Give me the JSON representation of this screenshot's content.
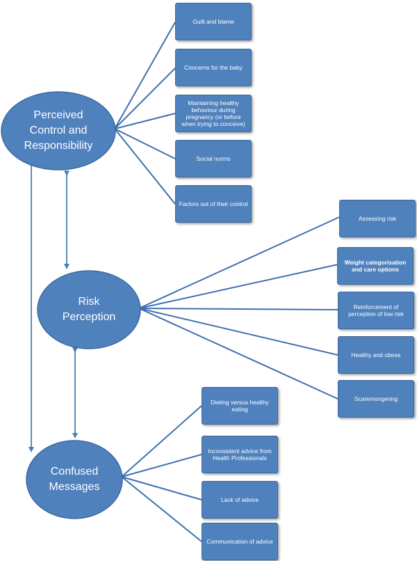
{
  "colors": {
    "node_fill": "#4f81bd",
    "node_border": "#3c679b",
    "line": "#3f6fad",
    "text": "#ffffff"
  },
  "hubs": {
    "control": "Perceived\nControl and\nResponsibility",
    "risk": "Risk\nPerception",
    "confused": "Confused\nMessages"
  },
  "control_items": [
    "Guilt and blame",
    "Concerns for the baby",
    "Maintaining healthy behaviour during pregnancy (or before when trying to conceive)",
    "Social norms",
    "Factors out of their control"
  ],
  "risk_items": [
    "Assessing risk",
    "Weight categorisation and care options",
    "Reinforcement of perception of low risk",
    "Healthy and obese",
    "Scaremongering"
  ],
  "confused_items": [
    "Dieting versus  healthy eating",
    "Inconsistent advice from Health Professionals",
    "Lack of advice",
    "Communication of advice"
  ]
}
